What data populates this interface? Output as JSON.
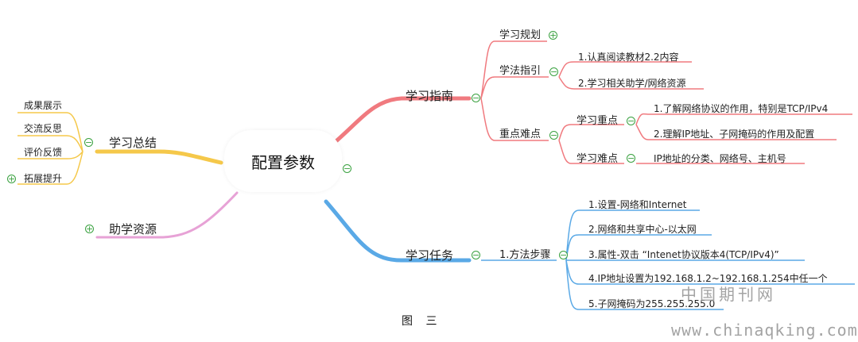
{
  "center": {
    "label": "配置参数"
  },
  "guide": {
    "label": "学习指南",
    "planning": "学习规划",
    "method": {
      "label": "学法指引",
      "items": [
        "1.认真阅读教材2.2内容",
        "2.学习相关助学/网络资源"
      ]
    },
    "key_difficult": {
      "label": "重点难点",
      "key": {
        "label": "学习重点",
        "items": [
          "1.了解网络协议的作用，特别是TCP/IPv4",
          "2.理解IP地址、子网掩码的作用及配置"
        ]
      },
      "difficult": {
        "label": "学习难点",
        "items": [
          "IP地址的分类、网络号、主机号"
        ]
      }
    }
  },
  "task": {
    "label": "学习任务",
    "steps_label": "1.方法步骤",
    "steps": [
      "1.设置-网络和Internet",
      "2.网络和共享中心-以太网",
      "3.属性-双击 “Intenet协议版本4(TCP/IPv4)”",
      "4.IP地址设置为192.168.1.2~192.168.1.254中任一个",
      "5.子网掩码为255.255.255.0"
    ]
  },
  "summary": {
    "label": "学习总结",
    "items": [
      "成果展示",
      "交流反思",
      "评价反馈",
      "拓展提升"
    ]
  },
  "resources": {
    "label": "助学资源"
  },
  "toggles": {
    "expand": "+",
    "collapse": "−"
  },
  "colors": {
    "guide": "#f07a7f",
    "task": "#5aa9e6",
    "summary": "#f5c84a",
    "resources": "#e7a2d6",
    "toggle": "#39a13f"
  },
  "caption": "图 三",
  "watermark": {
    "cn": "中国期刊网",
    "url": "www.chinaqking.com"
  }
}
